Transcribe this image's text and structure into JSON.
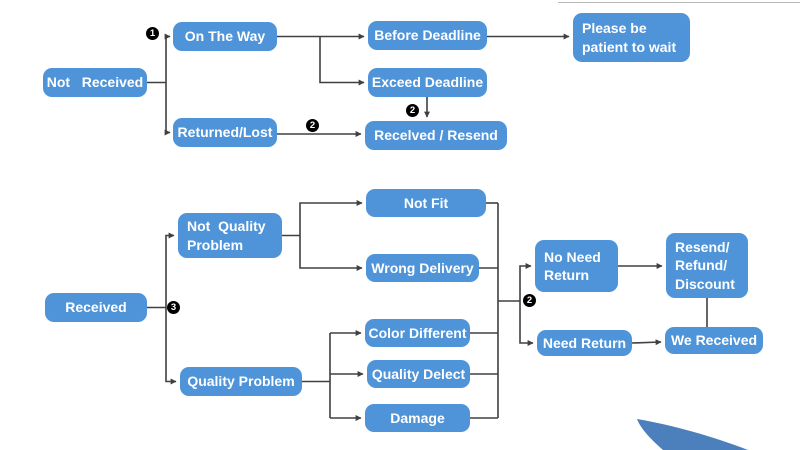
{
  "diagram": {
    "title": "Delivery / after-sale service decision flowchart",
    "nodes": {
      "not_received": {
        "label": "Not   Received"
      },
      "on_the_way": {
        "label": "On The Way"
      },
      "returned_lost": {
        "label": "Returned/Lost"
      },
      "before_deadline": {
        "label": "Before Deadline"
      },
      "exceed_deadline": {
        "label": "Exceed Deadline"
      },
      "please_wait": {
        "label": "Please be\npatient to wait"
      },
      "received_resend": {
        "label": "Recelved / Resend"
      },
      "received": {
        "label": "Received"
      },
      "not_quality_problem": {
        "label": "Not  Quality\nProblem"
      },
      "quality_problem": {
        "label": "Quality Problem"
      },
      "not_fit": {
        "label": "Not Fit"
      },
      "wrong_delivery": {
        "label": "Wrong Delivery"
      },
      "color_different": {
        "label": "Color Different"
      },
      "quality_delect": {
        "label": "Quality Delect"
      },
      "damage": {
        "label": "Damage"
      },
      "no_need_return": {
        "label": "No Need\nReturn"
      },
      "need_return": {
        "label": "Need Return"
      },
      "resend_refund": {
        "label": "Resend/\nRefund/\nDiscount"
      },
      "we_received": {
        "label": "We Received"
      }
    },
    "badges": {
      "step1": {
        "digit": "1"
      },
      "step2_lost": {
        "digit": "2"
      },
      "step2_exceed": {
        "digit": "2"
      },
      "step3": {
        "digit": "3"
      },
      "step2_return": {
        "digit": "2"
      }
    },
    "edges": [
      {
        "from": "Not Received",
        "to": "On The Way",
        "badge": "1"
      },
      {
        "from": "Not Received",
        "to": "Returned/Lost"
      },
      {
        "from": "On The Way",
        "to": "Before Deadline"
      },
      {
        "from": "On The Way",
        "to": "Exceed Deadline"
      },
      {
        "from": "Before Deadline",
        "to": "Please be patient to wait"
      },
      {
        "from": "Exceed Deadline",
        "to": "Recelved / Resend",
        "badge": "2"
      },
      {
        "from": "Returned/Lost",
        "to": "Recelved / Resend",
        "badge": "2"
      },
      {
        "from": "Received",
        "to": "Not Quality Problem",
        "badge": "3"
      },
      {
        "from": "Received",
        "to": "Quality Problem",
        "badge": "3"
      },
      {
        "from": "Not Quality Problem",
        "to": "Not Fit"
      },
      {
        "from": "Not Quality Problem",
        "to": "Wrong Delivery"
      },
      {
        "from": "Quality Problem",
        "to": "Color Different"
      },
      {
        "from": "Quality Problem",
        "to": "Quality Delect"
      },
      {
        "from": "Quality Problem",
        "to": "Damage"
      },
      {
        "from": "Not Fit / Wrong Delivery / Color Different / Quality Delect / Damage",
        "to": "No Need Return",
        "badge": "2"
      },
      {
        "from": "Not Fit / Wrong Delivery / Color Different / Quality Delect / Damage",
        "to": "Need Return",
        "badge": "2"
      },
      {
        "from": "No Need Return",
        "to": "Resend/Refund/Discount"
      },
      {
        "from": "Need Return",
        "to": "We Received"
      },
      {
        "from": "Resend/Refund/Discount",
        "to": "We Received"
      }
    ],
    "colors": {
      "node_fill": "#4f94d9",
      "node_text": "#ffffff",
      "connector": "#404040",
      "badge_fill": "#000000",
      "swoosh": "#4b80bd"
    }
  }
}
